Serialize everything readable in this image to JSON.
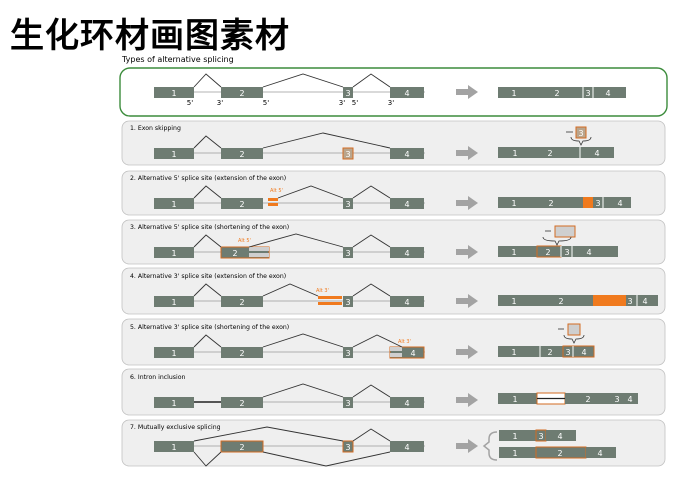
{
  "title": "生化环材画图素材",
  "header": "Types of alternative splicing",
  "colors": {
    "exon": "#6e7c72",
    "highlight": "#f07a1e",
    "outline": "#d36b22",
    "panel": "#efefef",
    "border_main": "#3c8c3c",
    "border": "#c2c2c2",
    "arrow": "#a3a3a3",
    "tan": "#b9a58d",
    "light": "#cfcfcf"
  },
  "exon_labels": {
    "e1": "1",
    "e2": "2",
    "e3": "3",
    "e4": "4"
  },
  "splice_labels": {
    "f1": "5'",
    "t1": "3'",
    "f2": "5'",
    "t2": "3'",
    "f3": "5'",
    "t3": "3'"
  },
  "panels": [
    {
      "label": ""
    },
    {
      "label": "1.  Exon skipping"
    },
    {
      "label": "2.  Alternative 5' splice site (extension of the exon)",
      "alt": "Alt 5'"
    },
    {
      "label": "3.  Alternative 5' splice site (shortening of the exon)",
      "alt": "Alt 5'"
    },
    {
      "label": "4.  Alternative 3' splice site (extension of the exon)",
      "alt": "Alt 3'"
    },
    {
      "label": "5.  Alternative 3' splice site (shortening of the exon)",
      "alt": "Alt 3'"
    },
    {
      "label": "6.  Intron inclusion"
    },
    {
      "label": "7.  Mutually exclusive splicing"
    }
  ]
}
